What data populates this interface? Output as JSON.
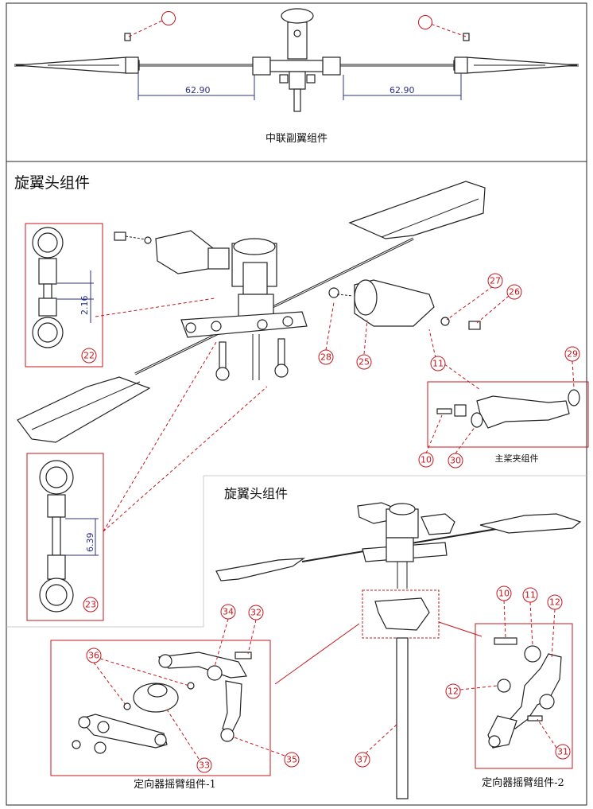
{
  "flybar_section": {
    "caption": "中联副翼组件",
    "dimension_left": "62.90",
    "dimension_right": "62.90"
  },
  "rotor_head_section": {
    "title": "旋翼头组件",
    "link_22_dimension": "2.16",
    "link_23_dimension": "6.39",
    "blade_grip_caption": "主桨夹组件"
  },
  "lower_section": {
    "title": "旋翼头组件",
    "swash_arm_1_caption": "定向器摇臂组件-1",
    "swash_arm_2_caption": "定向器摇臂组件-2"
  },
  "callouts": [
    "22",
    "23",
    "28",
    "25",
    "11",
    "27",
    "26",
    "29",
    "10",
    "30",
    "34",
    "32",
    "36",
    "33",
    "35",
    "37",
    "10",
    "11",
    "12",
    "12",
    "31"
  ],
  "colors": {
    "callout_red": "#c4161c",
    "dimension_blue": "#2b2f8a",
    "line": "#222222"
  }
}
